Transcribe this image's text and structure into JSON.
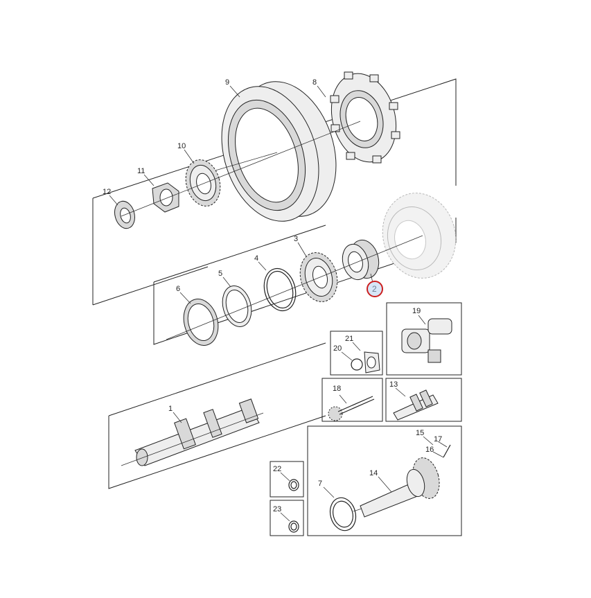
{
  "diagram": {
    "labels": {
      "p1": "1",
      "p2": "2",
      "p3": "3",
      "p4": "4",
      "p5": "5",
      "p6": "6",
      "p7": "7",
      "p8": "8",
      "p9": "9",
      "p10": "10",
      "p11": "11",
      "p12": "12",
      "p13": "13",
      "p14": "14",
      "p15": "15",
      "p16": "16",
      "p17": "17",
      "p18": "18",
      "p19": "19",
      "p20": "20",
      "p21": "21",
      "p22": "22",
      "p23": "23"
    },
    "highlighted_part": "2",
    "colors": {
      "highlight_ring": "#cc1f1f",
      "highlight_fill": "#d7e6f7"
    }
  }
}
